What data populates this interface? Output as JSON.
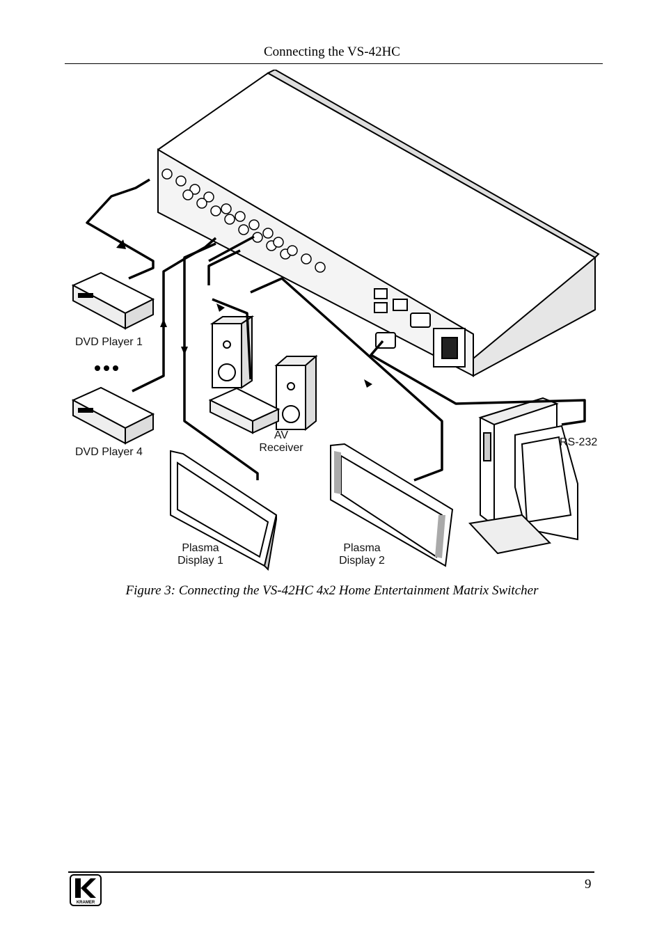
{
  "header": {
    "title": "Connecting the VS-42HC"
  },
  "figure": {
    "labels": {
      "dvd1": "DVD Player 1",
      "dvd4": "DVD Player 4",
      "av_line1": "AV",
      "av_line2": "Receiver",
      "rs232": "RS-232",
      "plasma1_line1": "Plasma",
      "plasma1_line2": "Display 1",
      "plasma2_line1": "Plasma",
      "plasma2_line2": "Display 2"
    }
  },
  "caption": "Figure 3: Connecting the VS-42HC 4x2 Home Entertainment Matrix Switcher",
  "footer": {
    "page_number": "9",
    "logo_text": "KRAMER"
  }
}
